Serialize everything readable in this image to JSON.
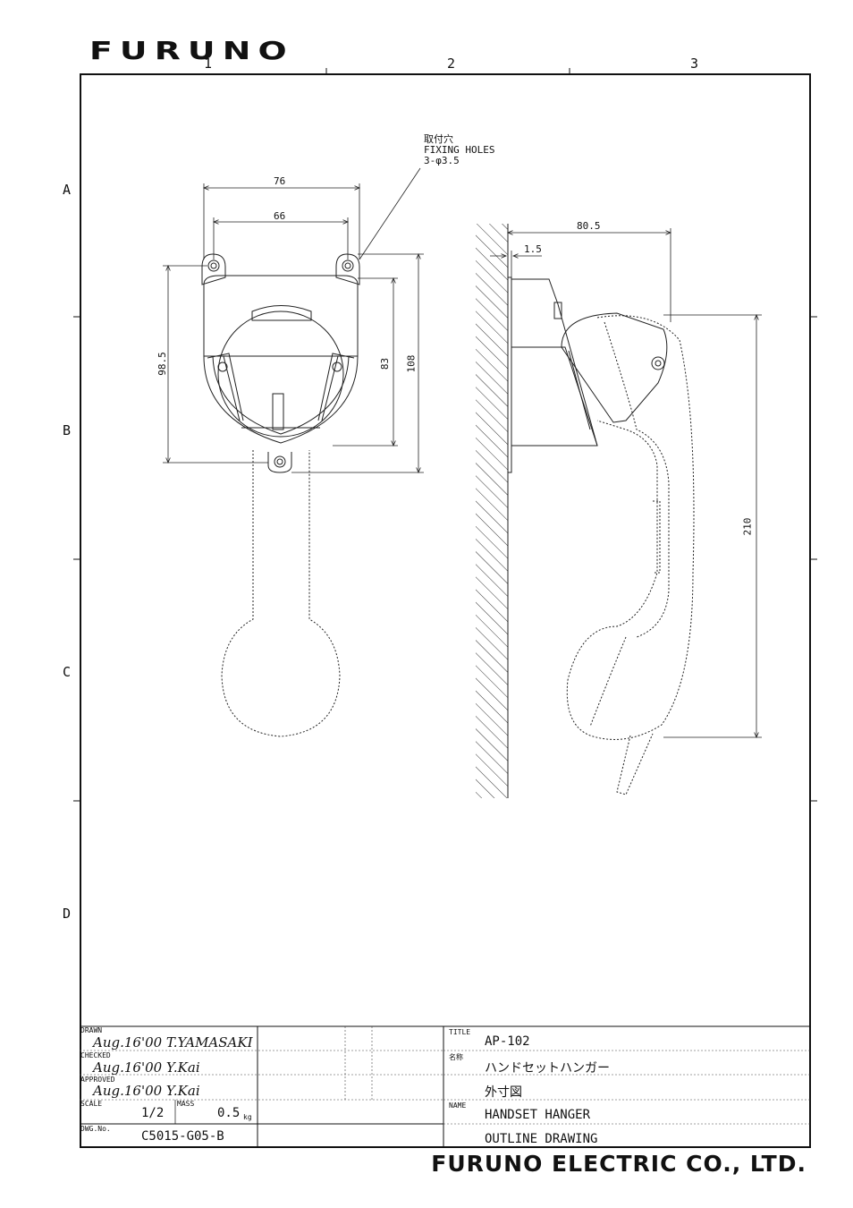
{
  "brand": "FURUNO",
  "columns": [
    "1",
    "2",
    "3"
  ],
  "rows": [
    "A",
    "B",
    "C",
    "D"
  ],
  "annotation": {
    "jp": "取付穴",
    "en": "FIXING HOLES",
    "spec": "3-φ3.5"
  },
  "dims": {
    "w76": "76",
    "w66": "66",
    "h98": "98.5",
    "h83": "83",
    "h108": "108",
    "d805": "80.5",
    "d15": "1.5",
    "h210": "210"
  },
  "title_block": {
    "drawn_label": "DRAWN",
    "drawn_sig": "Aug.16'00 T.YAMASAKI",
    "checked_label": "CHECKED",
    "checked_sig": "Aug.16'00 Y.Kai",
    "approved_label": "APPROVED",
    "approved_sig": "Aug.16'00 Y.Kai",
    "scale_label": "SCALE",
    "scale": "1/2",
    "mass_label": "MASS",
    "mass": "0.5",
    "mass_unit": "kg",
    "dwg_label": "DWG.No.",
    "dwg_no": "C5015-G05-B",
    "title_label": "TITLE",
    "title": "AP-102",
    "name_jp_label": "名称",
    "name_jp": "ハンドセットハンガー",
    "name_jp2": "外寸図",
    "name_label": "NAME",
    "name_en": "HANDSET HANGER",
    "name_en2": "OUTLINE DRAWING"
  },
  "footer": "FURUNO ELECTRIC CO., LTD."
}
